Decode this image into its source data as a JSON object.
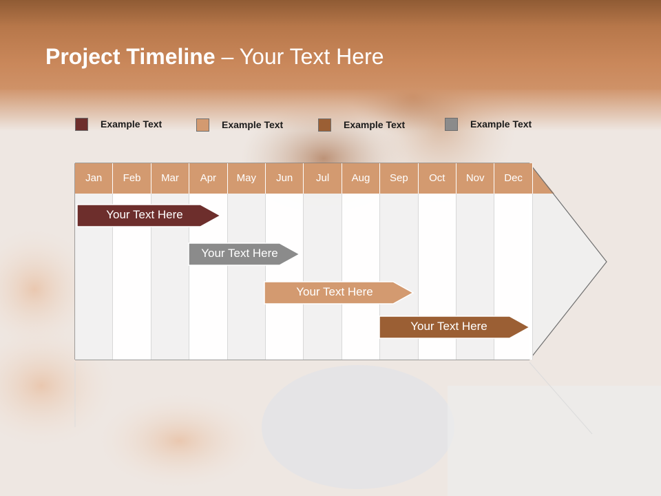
{
  "title": {
    "bold": "Project Timeline",
    "rest": " – Your Text Here"
  },
  "legend": [
    {
      "label": "Example Text",
      "color": "#6d2e2c"
    },
    {
      "label": "Example Text",
      "color": "#d39a70"
    },
    {
      "label": "Example Text",
      "color": "#9b5f34"
    },
    {
      "label": "Example Text",
      "color": "#8b8b8b"
    }
  ],
  "months": [
    "Jan",
    "Feb",
    "Mar",
    "Apr",
    "May",
    "Jun",
    "Jul",
    "Aug",
    "Sep",
    "Oct",
    "Nov",
    "Dec"
  ],
  "tasks": [
    {
      "label": "Your  Text Here",
      "color": "#6d2e2c"
    },
    {
      "label": "Your  Text Here",
      "color": "#8b8b8b"
    },
    {
      "label": "Your  Text Here",
      "color": "#d39a70"
    },
    {
      "label": "Your  Text Here",
      "color": "#9b5f34"
    }
  ]
}
